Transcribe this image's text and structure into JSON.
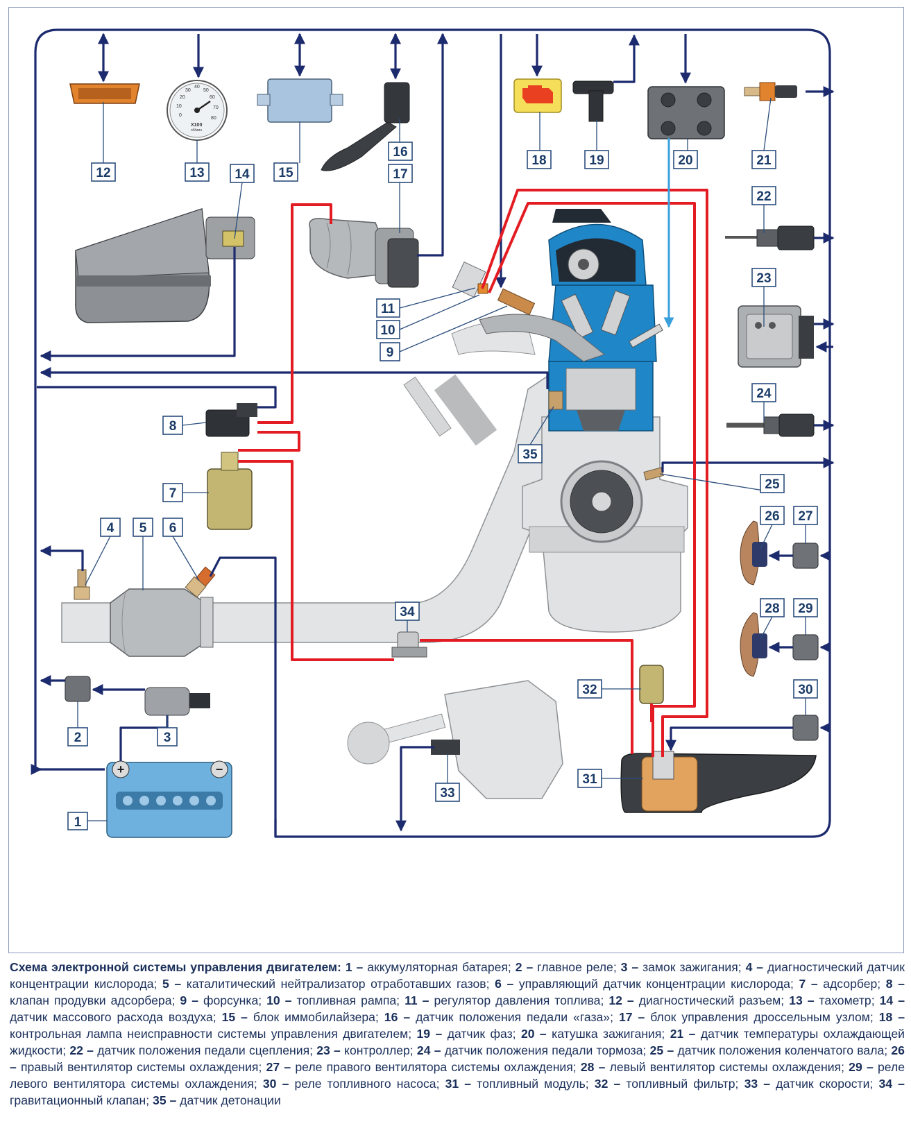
{
  "diagram": {
    "labels": {
      "l1": "1",
      "l2": "2",
      "l3": "3",
      "l4": "4",
      "l5": "5",
      "l6": "6",
      "l7": "7",
      "l8": "8",
      "l9": "9",
      "l10": "10",
      "l11": "11",
      "l12": "12",
      "l13": "13",
      "l14": "14",
      "l15": "15",
      "l16": "16",
      "l17": "17",
      "l18": "18",
      "l19": "19",
      "l20": "20",
      "l21": "21",
      "l22": "22",
      "l23": "23",
      "l24": "24",
      "l25": "25",
      "l26": "26",
      "l27": "27",
      "l28": "28",
      "l29": "29",
      "l30": "30",
      "l31": "31",
      "l32": "32",
      "l33": "33",
      "l34": "34",
      "l35": "35"
    },
    "tachometer": {
      "ticks": [
        "0",
        "10",
        "20",
        "30",
        "40",
        "50",
        "60",
        "70",
        "80"
      ],
      "scale": "X100",
      "unit": "об/мин"
    },
    "colors": {
      "signal_wire": "#1c2a6e",
      "fuel_line": "#e31c23",
      "high_voltage": "#3aa0dc",
      "engine_cutaway": "#1f86c8"
    }
  },
  "caption": {
    "title": "Схема электронной системы управления двигателем:",
    "items": [
      {
        "num": "1",
        "text": "аккумуляторная батарея"
      },
      {
        "num": "2",
        "text": "главное реле"
      },
      {
        "num": "3",
        "text": "замок зажигания"
      },
      {
        "num": "4",
        "text": "диагностический датчик концентрации кислорода"
      },
      {
        "num": "5",
        "text": "каталитический нейтрализатор отработавших газов"
      },
      {
        "num": "6",
        "text": "управляющий датчик концентрации кислорода"
      },
      {
        "num": "7",
        "text": "адсорбер"
      },
      {
        "num": "8",
        "text": "клапан продувки адсорбера"
      },
      {
        "num": "9",
        "text": "форсунка"
      },
      {
        "num": "10",
        "text": "топливная рампа"
      },
      {
        "num": "11",
        "text": "регулятор давления топлива"
      },
      {
        "num": "12",
        "text": "диагностический разъем"
      },
      {
        "num": "13",
        "text": "тахометр"
      },
      {
        "num": "14",
        "text": "датчик массового расхода воздуха"
      },
      {
        "num": "15",
        "text": "блок иммобилайзера"
      },
      {
        "num": "16",
        "text": "датчик положения педали «газа»"
      },
      {
        "num": "17",
        "text": "блок управления дроссельным узлом"
      },
      {
        "num": "18",
        "text": "контрольная лампа неисправности системы управления двигателем"
      },
      {
        "num": "19",
        "text": "датчик фаз"
      },
      {
        "num": "20",
        "text": "катушка зажигания"
      },
      {
        "num": "21",
        "text": "датчик температуры охлаждающей жидкости"
      },
      {
        "num": "22",
        "text": "датчик положения педали сцепления"
      },
      {
        "num": "23",
        "text": "контроллер"
      },
      {
        "num": "24",
        "text": "датчик положения педали тормоза"
      },
      {
        "num": "25",
        "text": "датчик положения коленчатого вала"
      },
      {
        "num": "26",
        "text": "правый вентилятор системы охлаждения"
      },
      {
        "num": "27",
        "text": "реле правого вентилятора системы охлаждения"
      },
      {
        "num": "28",
        "text": "левый вентилятор системы охлаждения"
      },
      {
        "num": "29",
        "text": "реле левого вентилятора системы охлаждения"
      },
      {
        "num": "30",
        "text": "реле топливного насоса"
      },
      {
        "num": "31",
        "text": "топливный модуль"
      },
      {
        "num": "32",
        "text": "топливный фильтр"
      },
      {
        "num": "33",
        "text": "датчик скорости"
      },
      {
        "num": "34",
        "text": "гравитационный клапан"
      },
      {
        "num": "35",
        "text": "датчик детонации"
      }
    ]
  }
}
